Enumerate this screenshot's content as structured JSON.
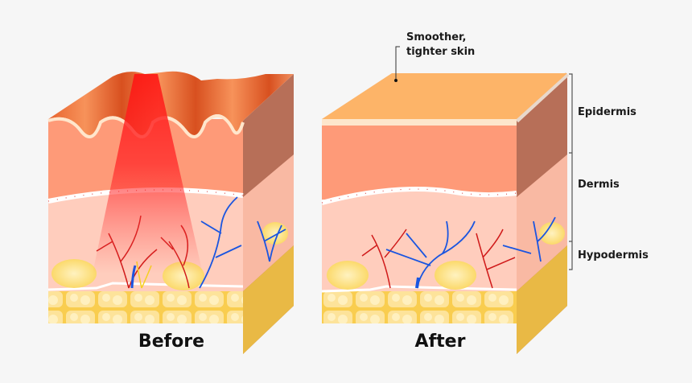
{
  "panels": {
    "before": {
      "caption": "Before"
    },
    "after": {
      "caption": "After"
    }
  },
  "callout": {
    "line1": "Smoother,",
    "line2": "tighter skin"
  },
  "layers": [
    {
      "label": "Epidermis"
    },
    {
      "label": "Dermis"
    },
    {
      "label": "Hypodermis"
    }
  ],
  "colors": {
    "top_surface": "#fdb468",
    "epidermis": "#fe9a78",
    "side_face": "#b76f58",
    "dermis": "#ffcdbd",
    "hypodermis": "#fcd86a",
    "laser": "#ff1a1a",
    "artery": "#d01a1a",
    "vein": "#1a55e0"
  }
}
